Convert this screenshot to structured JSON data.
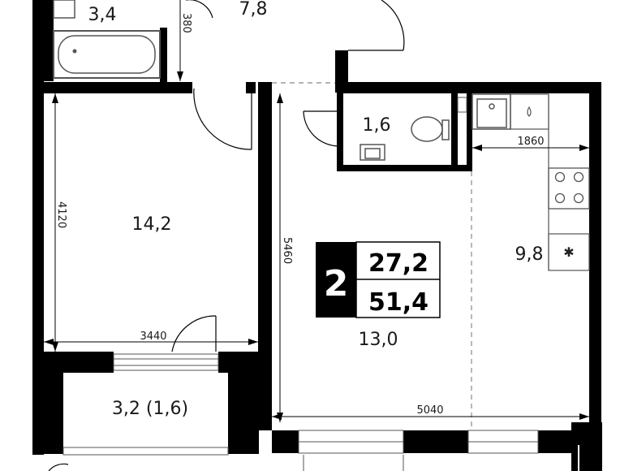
{
  "rooms": {
    "bathroom": "3,4",
    "hall": "7,8",
    "bedroom": "14,2",
    "wc": "1,6",
    "living_kitchen": "13,0",
    "kitchen_zone": "9,8",
    "balcony": "3,2 (1,6)"
  },
  "dimensions": {
    "bath_partial": "380",
    "bedroom_height": "4120",
    "bedroom_width": "3440",
    "living_height": "5460",
    "living_width": "5040",
    "kitchen_width": "1860"
  },
  "badge": {
    "rooms_count": "2",
    "living_area": "27,2",
    "total_area": "51,4"
  },
  "colors": {
    "wall": "#000000",
    "fixture": "#6e6e6e",
    "fixture_fill": "#8a8a8a",
    "badge_bg": "#000000"
  }
}
